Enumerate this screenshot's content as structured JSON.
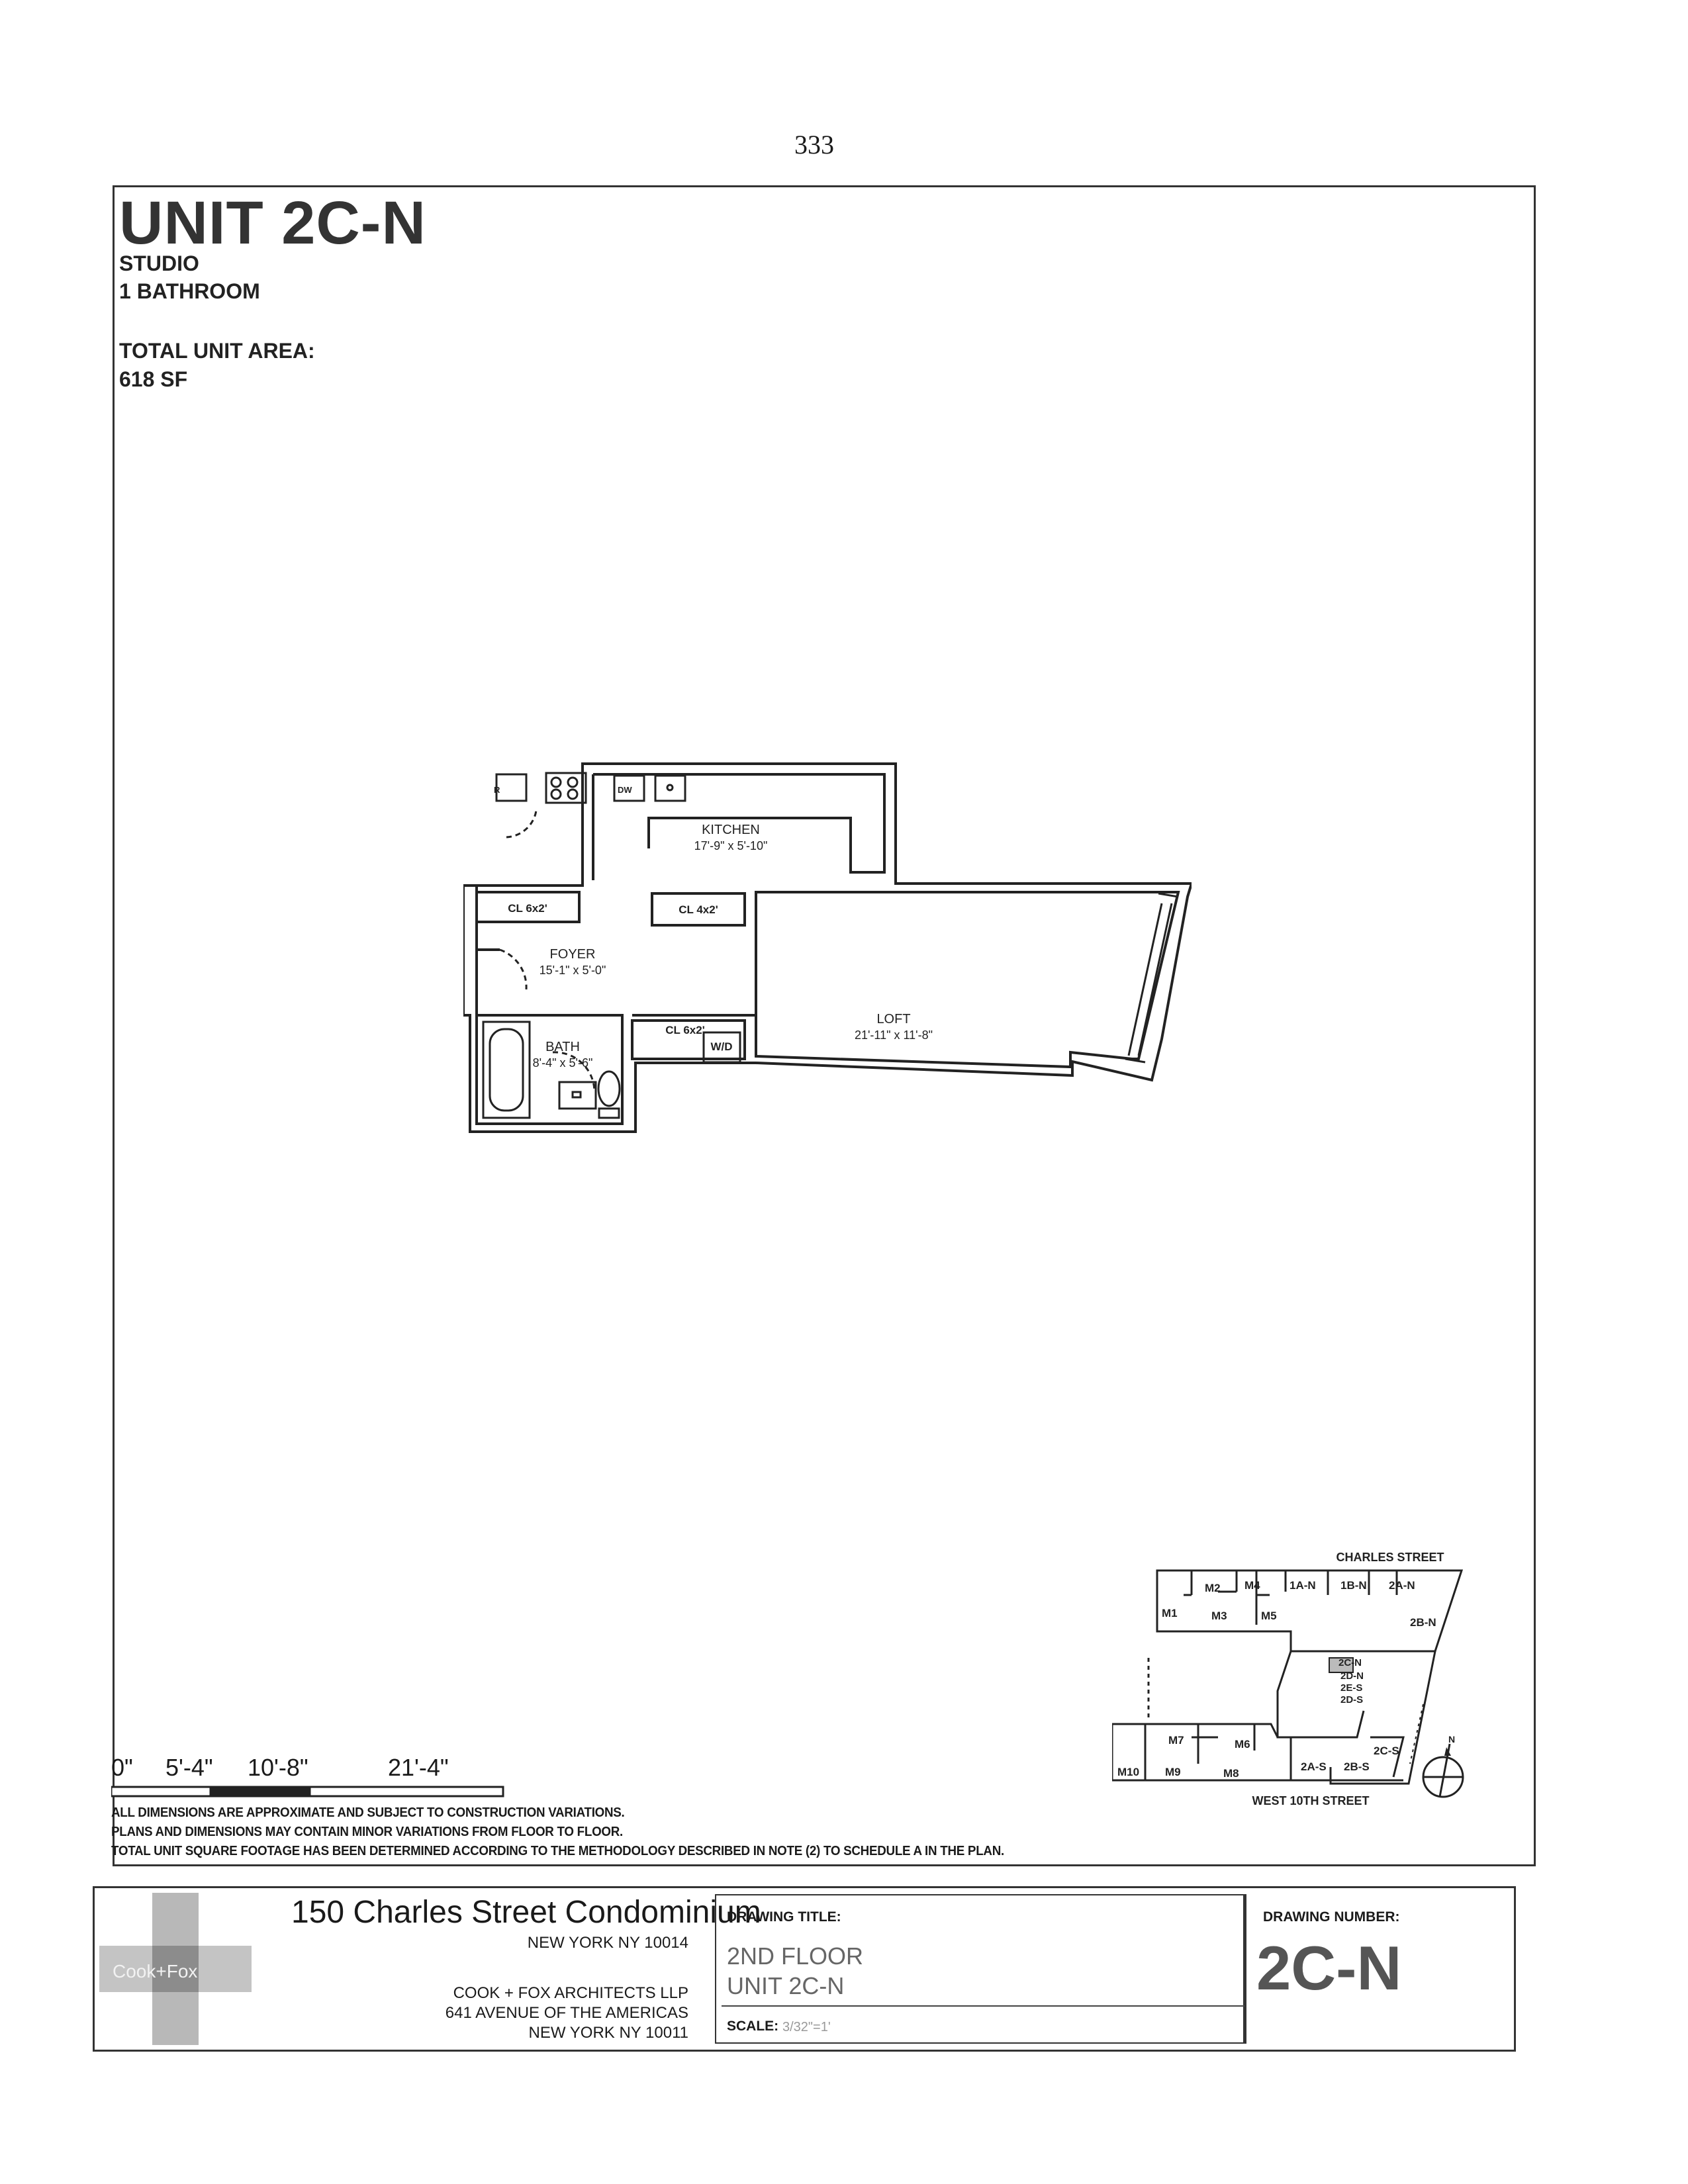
{
  "page_number": "333",
  "unit": {
    "title": "UNIT 2C-N",
    "type": "STUDIO",
    "bathrooms": "1 BATHROOM",
    "area_label": "TOTAL UNIT AREA:",
    "area_value": "618 SF"
  },
  "plan": {
    "rooms": {
      "kitchen_name": "KITCHEN",
      "kitchen_dims": "17'-9\" x 5'-10\"",
      "foyer_name": "FOYER",
      "foyer_dims": "15'-1\" x 5'-0\"",
      "loft_name": "LOFT",
      "loft_dims": "21'-11\" x 11'-8\"",
      "bath_name": "BATH",
      "bath_dims": "8'-4\" x 5'-6\""
    },
    "closets": {
      "cl_1": "CL 6x2'",
      "cl_2": "CL 4x2'",
      "cl_3": "CL 6x2'"
    },
    "fixtures": {
      "refrigerator": "R",
      "dishwasher": "DW",
      "washer_dryer": "W/D"
    }
  },
  "scale_bar": {
    "labels": [
      "0\"",
      "5'-4\"",
      "10'-8\"",
      "21'-4\""
    ]
  },
  "notes": [
    "ALL DIMENSIONS ARE APPROXIMATE AND SUBJECT TO CONSTRUCTION VARIATIONS.",
    "PLANS AND DIMENSIONS MAY CONTAIN MINOR VARIATIONS FROM FLOOR TO FLOOR.",
    "TOTAL UNIT SQUARE FOOTAGE HAS BEEN DETERMINED ACCORDING TO THE METHODOLOGY DESCRIBED IN NOTE (2) TO SCHEDULE A IN THE PLAN."
  ],
  "key_plan": {
    "street_north": "CHARLES STREET",
    "street_south": "WEST 10TH STREET",
    "units": [
      "M2",
      "M4",
      "1A-N",
      "1B-N",
      "2A-N",
      "M1",
      "M3",
      "M5",
      "2B-N",
      "2C-N",
      "2D-N",
      "2E-S",
      "2D-S",
      "M7",
      "M6",
      "2C-S",
      "M10",
      "M9",
      "M8",
      "2A-S",
      "2B-S"
    ],
    "north": "N"
  },
  "title_block": {
    "logo_text": "Cook+Fox",
    "building_name": "150 Charles Street Condominium",
    "building_city": "NEW YORK NY 10014",
    "architect_name": "COOK + FOX ARCHITECTS LLP",
    "architect_address": "641 AVENUE OF THE AMERICAS",
    "architect_city": "NEW YORK NY 10011",
    "drawing_title_label": "DRAWING TITLE:",
    "drawing_title_line1": "2ND FLOOR",
    "drawing_title_line2": "UNIT 2C-N",
    "scale_label": "SCALE:",
    "scale_value": "3/32\"=1'",
    "drawing_number_label": "DRAWING NUMBER:",
    "drawing_number": "2C-N"
  },
  "colors": {
    "line": "#222222",
    "logo_gray": "#b5b5b5",
    "logo_dark": "#8c8c8c"
  }
}
